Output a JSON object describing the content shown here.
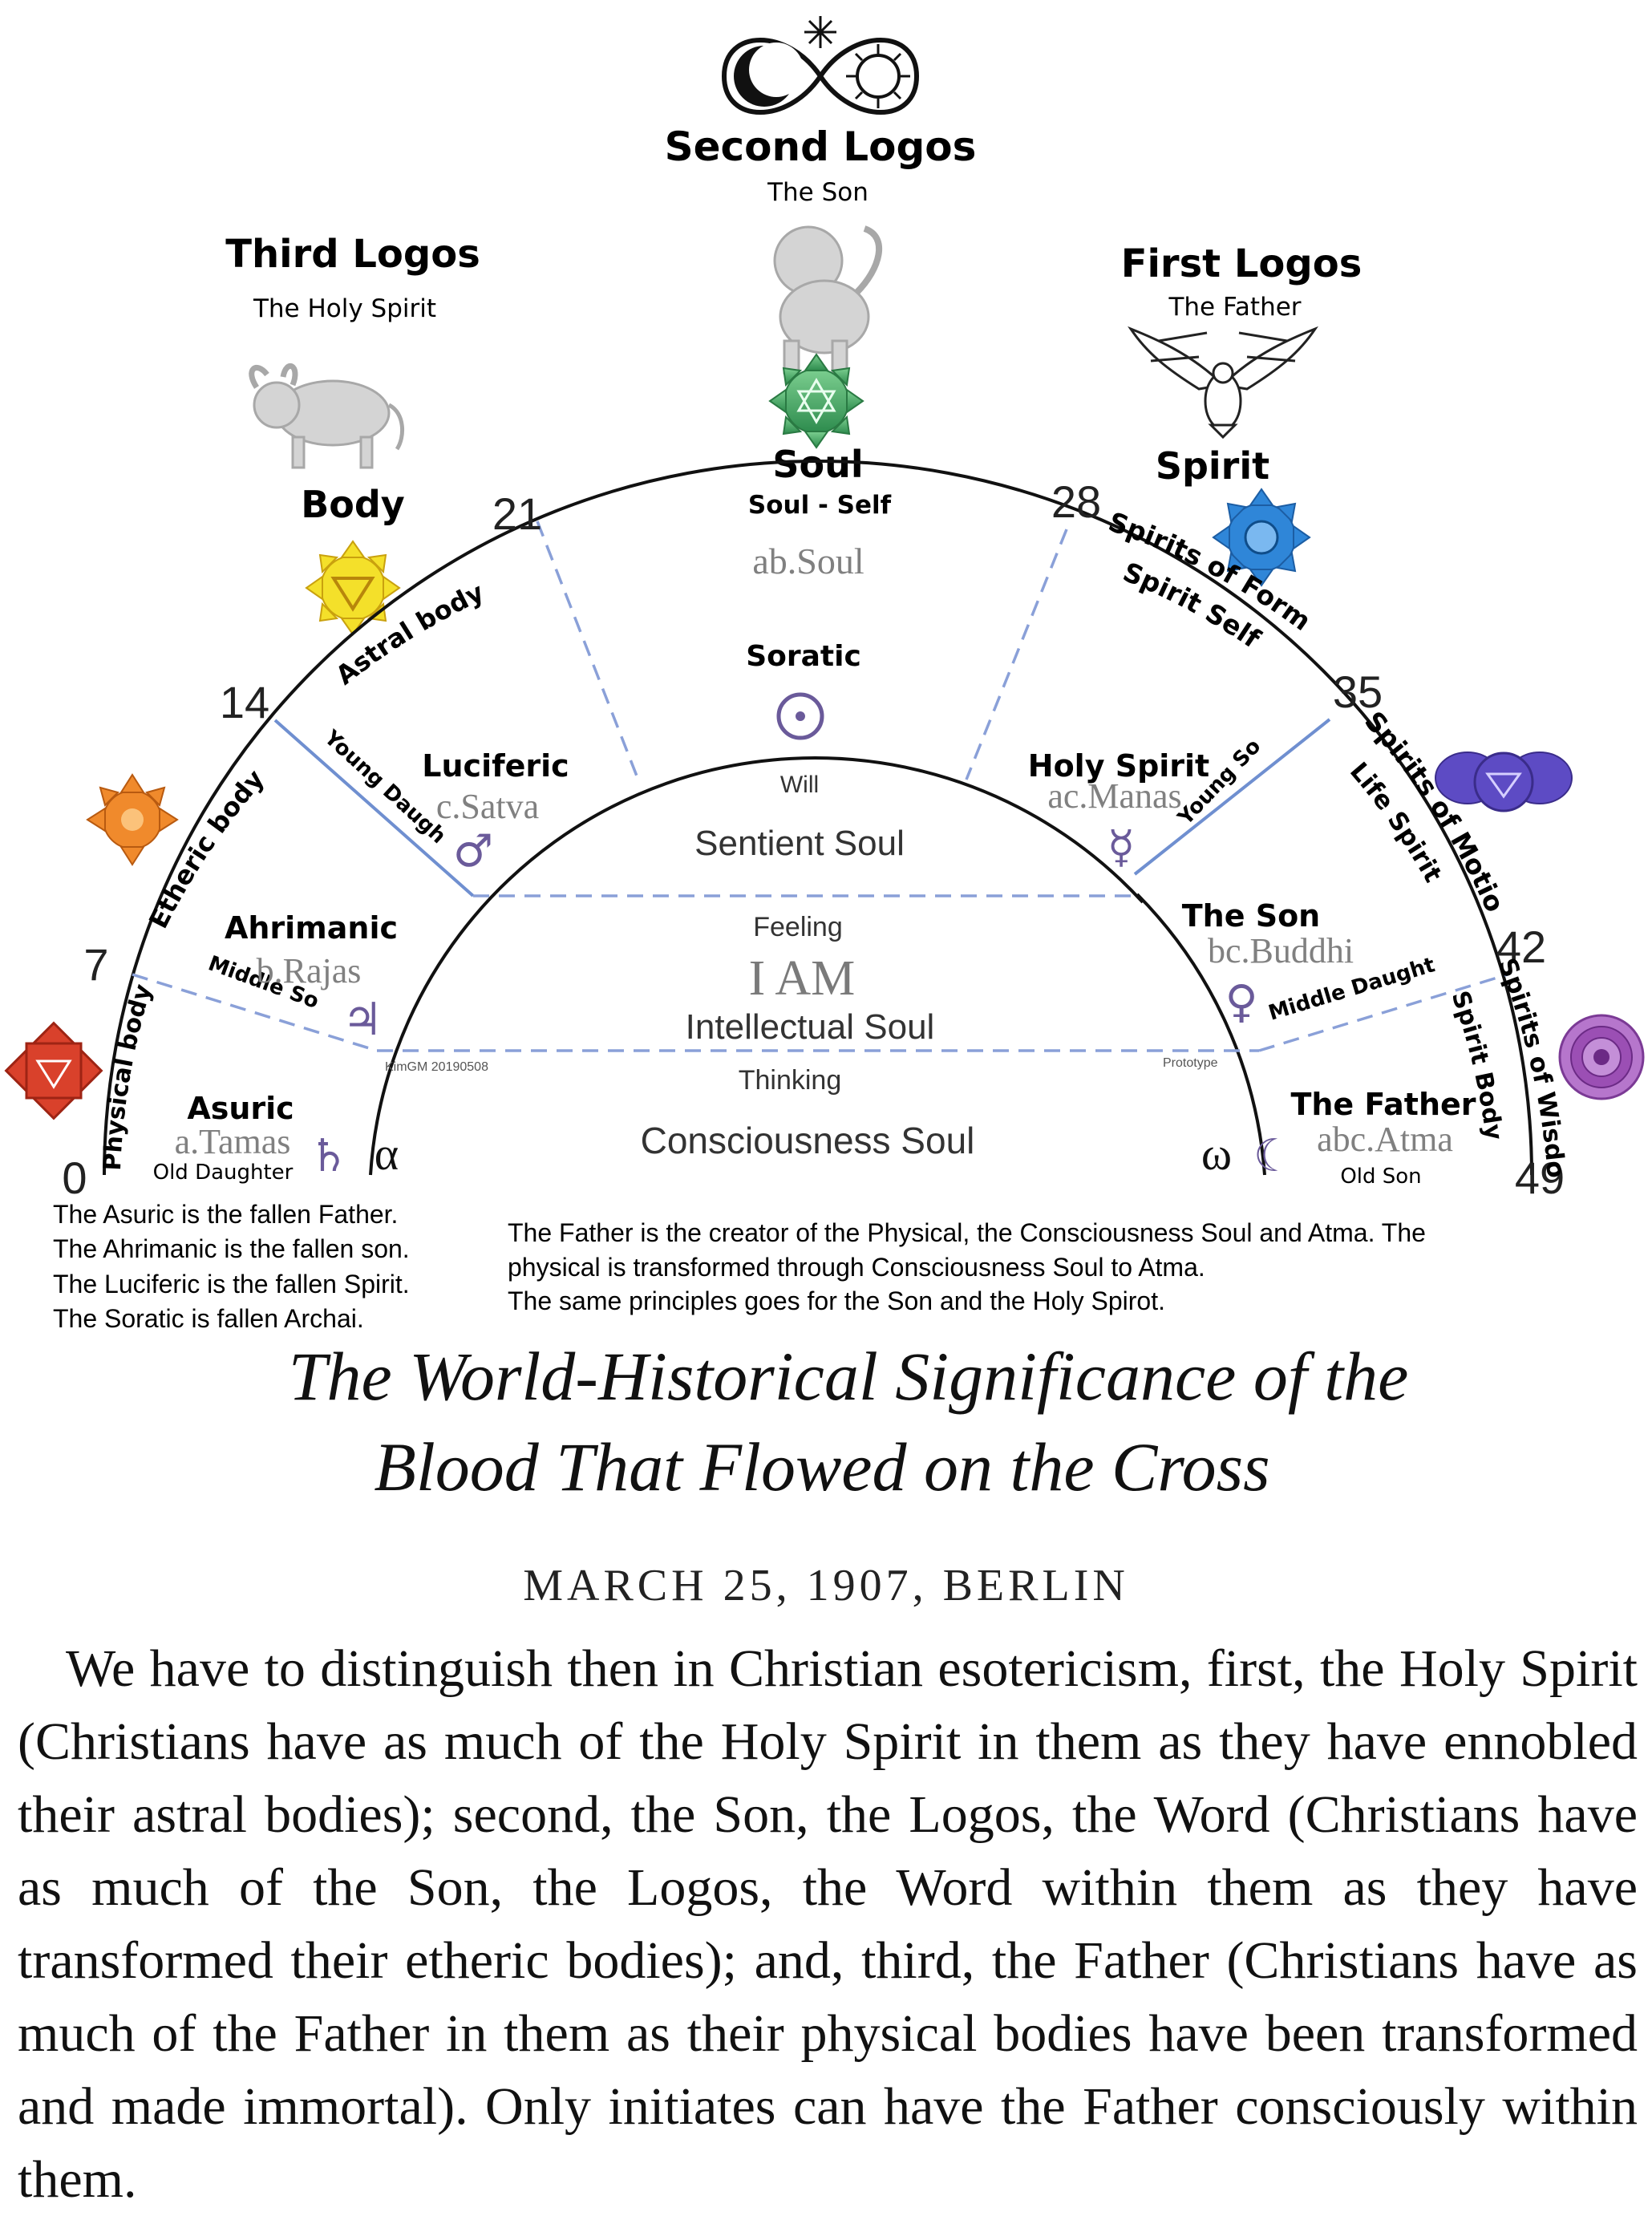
{
  "logos": {
    "second": {
      "title": "Second Logos",
      "subtitle": "The Son"
    },
    "third": {
      "title": "Third Logos",
      "subtitle": "The Holy Spirit"
    },
    "first": {
      "title": "First Logos",
      "subtitle": "The Father"
    }
  },
  "headings": {
    "body": "Body",
    "soul": "Soul",
    "soul_self": "Soul - Self",
    "spirit": "Spirit"
  },
  "numbers": {
    "n0": "0",
    "n7": "7",
    "n14": "14",
    "n21": "21",
    "n28": "28",
    "n35": "35",
    "n42": "42",
    "n49": "49"
  },
  "arc_labels": {
    "physical_body": "Physical body",
    "etheric_body": "Etheric body",
    "astral_body": "Astral body",
    "spirits_of_form": "Spirits of Form",
    "spirit_self": "Spirit Self",
    "spirits_of_motion": "Spirits of Motion",
    "life_spirit": "Life Spirit",
    "spirits_of_wisdom": "Spirits of Wisdom",
    "spirit_body": "Spirit Body"
  },
  "beings": {
    "asuric": {
      "name": "Asuric",
      "gray": "a.Tamas",
      "relation": "Old Daughter"
    },
    "ahrimanic": {
      "name": "Ahrimanic",
      "gray": "b.Rajas",
      "relation": "Middle Son"
    },
    "luciferic": {
      "name": "Luciferic",
      "gray": "c.Satva",
      "relation": "Young Daughter"
    },
    "soratic": {
      "name": "Soratic",
      "gray": "ab.Soul"
    },
    "holy_spirit": {
      "name": "Holy Spirit",
      "gray": "ac.Manas",
      "relation": "Young Son"
    },
    "the_son": {
      "name": "The Son",
      "gray": "bc.Buddhi",
      "relation": "Middle Daughter"
    },
    "the_father": {
      "name": "The Father",
      "gray": "abc.Atma",
      "relation": "Old Son"
    }
  },
  "center": {
    "will": "Will",
    "sentient": "Sentient Soul",
    "feeling": "Feeling",
    "i_am": "I AM",
    "intellectual": "Intellectual Soul",
    "thinking": "Thinking",
    "consciousness": "Consciousness Soul",
    "alpha": "α",
    "omega": "ω",
    "credit": "KimGM 20190508",
    "prototype": "Prototype"
  },
  "notes_left": [
    "The Asuric is the fallen Father.",
    "The Ahrimanic is the fallen son.",
    "The Luciferic is the fallen Spirit.",
    "The Soratic is fallen Archai."
  ],
  "notes_right": [
    "The Father is the creator of the Physical, the Consciousness Soul and Atma. The",
    "physical is transformed through Consciousness Soul to Atma.",
    "The same principles goes for the Son and the Holy Spirot."
  ],
  "quote": {
    "title_line1": "The World-Historical Significance of the",
    "title_line2": "Blood That Flowed on the Cross",
    "date": "MARCH 25, 1907, BERLIN",
    "body": "We have to distinguish then in Christian esotericism, first, the Holy Spirit (Christians have as much of the Holy Spirit in them as they have ennobled their astral bodies); second, the Son, the Logos, the Word (Christians have as much of the Son, the Logos, the Word within them as they have transformed their etheric bodies); and, third, the Father (Christians have as much of the Father in them as their physical bodies have been transformed and made immortal). Only initiates can have the Father consciously within them."
  },
  "colors": {
    "chakra_root": "#d9412b",
    "chakra_sacral": "#f08a2c",
    "chakra_solar": "#f4e02a",
    "chakra_heart": "#3fa560",
    "chakra_throat": "#2f86d8",
    "chakra_third_eye": "#5d4bc4",
    "chakra_crown": "#9b4fb4",
    "planet_symbol": "#6a5a9a",
    "dashed_line": "#8aa0d8",
    "solid_line": "#6f8fd0"
  },
  "icons": {
    "infinity": "infinity-sun-moon-icon",
    "lion": "leo-lion-icon",
    "bull": "taurus-bull-icon",
    "eagle": "eagle-icon",
    "saturn": "♄",
    "jupiter": "♃",
    "mars": "♂",
    "sun": "☉",
    "mercury": "☿",
    "venus": "♀",
    "moon": "☾"
  }
}
